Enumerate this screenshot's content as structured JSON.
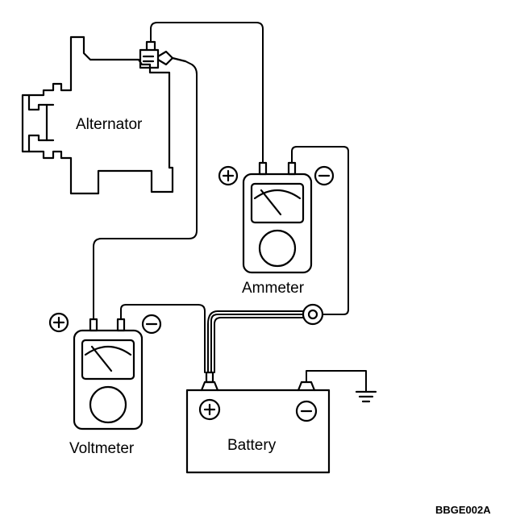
{
  "diagram": {
    "labels": {
      "alternator": "Alternator",
      "ammeter": "Ammeter",
      "voltmeter": "Voltmeter",
      "battery": "Battery"
    },
    "figure_code": "BBGE002A"
  }
}
